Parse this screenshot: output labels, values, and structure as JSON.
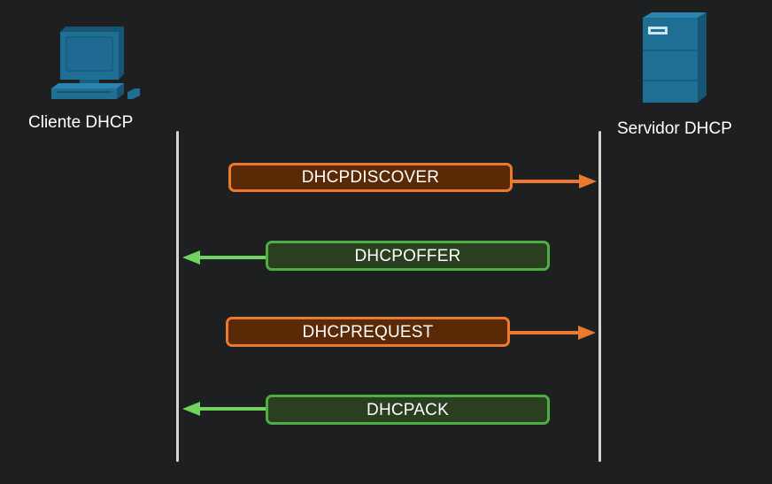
{
  "nodes": {
    "client": {
      "label": "Cliente DHCP",
      "icon": "desktop-computer-icon"
    },
    "server": {
      "label": "Servidor DHCP",
      "icon": "server-tower-icon"
    }
  },
  "messages": [
    {
      "label": "DHCPDISCOVER",
      "direction": "client-to-server",
      "color": "#ec7a2c"
    },
    {
      "label": "DHCPOFFER",
      "direction": "server-to-client",
      "color": "#4eae45"
    },
    {
      "label": "DHCPREQUEST",
      "direction": "client-to-server",
      "color": "#ec7a2c"
    },
    {
      "label": "DHCPACK",
      "direction": "server-to-client",
      "color": "#4eae45"
    }
  ],
  "colors": {
    "background": "#1d1f20",
    "icon": "#1f6e93",
    "lifeline": "#d8d5cc",
    "request_fill": "#5a2a07",
    "request_stroke": "#ec7a2c",
    "reply_fill": "#2a3e20",
    "reply_stroke": "#4eae45",
    "reply_arrow": "#6fd35e"
  }
}
